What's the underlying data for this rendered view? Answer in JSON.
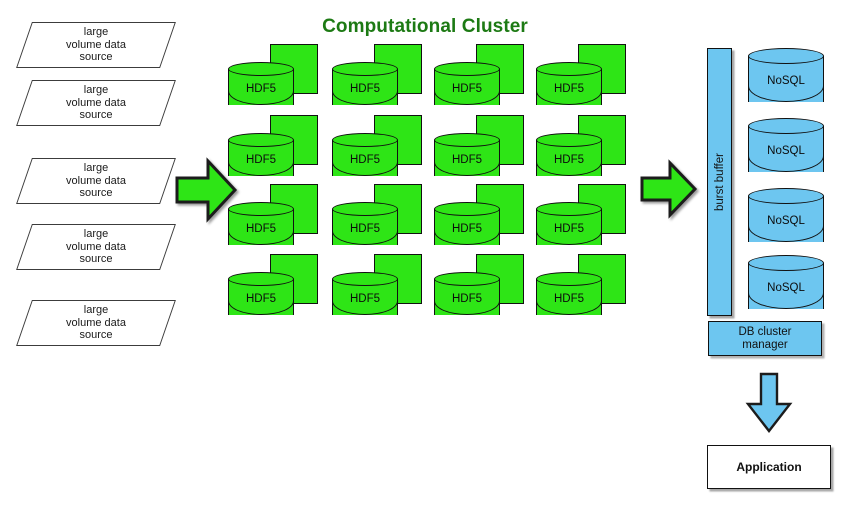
{
  "diagram": {
    "title": "Computational Cluster",
    "title_color": "#1d7a14",
    "green": "#2ee516",
    "blue": "#6dc6f0",
    "outline": "#111111"
  },
  "sources": {
    "label_line1": "large",
    "label_line2": "volume data",
    "label_line3": "source",
    "items": [
      {
        "line1": "large",
        "line2": "volume data",
        "line3": "source"
      },
      {
        "line1": "large",
        "line2": "volume data",
        "line3": "source"
      },
      {
        "line1": "large",
        "line2": "volume data",
        "line3": "source"
      },
      {
        "line1": "large",
        "line2": "volume data",
        "line3": "source"
      },
      {
        "line1": "large",
        "line2": "volume data",
        "line3": "source"
      }
    ]
  },
  "arrows": {
    "ingest_arrow": "green-right-arrow",
    "egress_arrow": "green-right-arrow",
    "to_application_arrow": "blue-down-arrow"
  },
  "cluster": {
    "node_label": "HDF5",
    "rows": 4,
    "columns": 4,
    "nodes": [
      {
        "label": "HDF5"
      },
      {
        "label": "HDF5"
      },
      {
        "label": "HDF5"
      },
      {
        "label": "HDF5"
      },
      {
        "label": "HDF5"
      },
      {
        "label": "HDF5"
      },
      {
        "label": "HDF5"
      },
      {
        "label": "HDF5"
      },
      {
        "label": "HDF5"
      },
      {
        "label": "HDF5"
      },
      {
        "label": "HDF5"
      },
      {
        "label": "HDF5"
      },
      {
        "label": "HDF5"
      },
      {
        "label": "HDF5"
      },
      {
        "label": "HDF5"
      },
      {
        "label": "HDF5"
      }
    ]
  },
  "storage": {
    "burst_buffer_label": "burst buffer",
    "nosql_nodes": [
      {
        "label": "NoSQL"
      },
      {
        "label": "NoSQL"
      },
      {
        "label": "NoSQL"
      },
      {
        "label": "NoSQL"
      }
    ],
    "db_manager_line1": "DB cluster",
    "db_manager_line2": "manager"
  },
  "application": {
    "label": "Application"
  }
}
